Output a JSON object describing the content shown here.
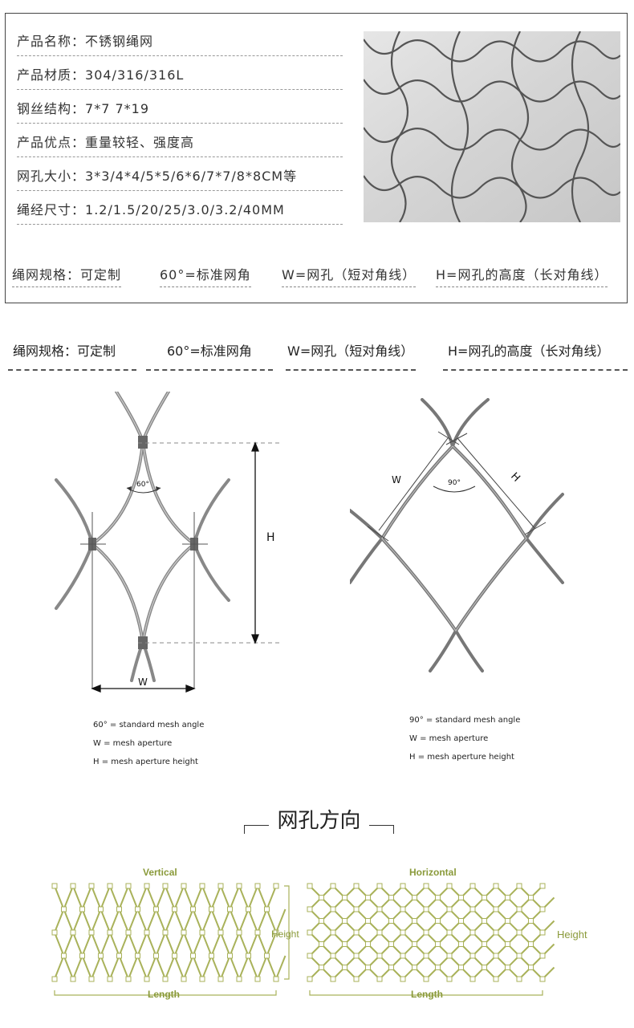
{
  "spec": {
    "rows": [
      {
        "key": "产品名称：",
        "value": "不锈钢绳网"
      },
      {
        "key": "产品材质：",
        "value": "304/316/316L"
      },
      {
        "key": "钢丝结构：",
        "value": "7*7 7*19"
      },
      {
        "key": "产品优点：",
        "value": "重量较轻、强度高"
      },
      {
        "key": "网孔大小：",
        "value": "3*3/4*4/5*5/6*6/7*7/8*8CM等"
      },
      {
        "key": "绳经尺寸：",
        "value": "1.2/1.5/20/25/3.0/3.2/40MM"
      }
    ],
    "footer": [
      "绳网规格：可定制",
      "60°=标准网角",
      "W=网孔（短对角线）",
      "H=网孔的高度（长对角线）"
    ]
  },
  "header2": [
    "绳网规格：可定制",
    "60°=标准网角",
    "W=网孔（短对角线）",
    "H=网孔的高度（长对角线）"
  ],
  "diagram_left": {
    "angle_label": "60°",
    "h_label": "H",
    "w_label": "W",
    "legend": [
      "60° = standard mesh angle",
      "W = mesh aperture",
      "H = mesh aperture height"
    ]
  },
  "diagram_right": {
    "angle_label": "90°",
    "h_label": "H",
    "w_label": "W",
    "legend": [
      "90° = standard mesh angle",
      "W = mesh aperture",
      "H = mesh aperture height"
    ]
  },
  "direction": {
    "title": "网孔方向",
    "vertical": {
      "label": "Vertical",
      "height": "Height",
      "length": "Length"
    },
    "horizontal": {
      "label": "Horizontal",
      "height": "Height",
      "length": "Length"
    }
  },
  "colors": {
    "mesh_grid": "#a9b25a",
    "wire": "#777777"
  }
}
